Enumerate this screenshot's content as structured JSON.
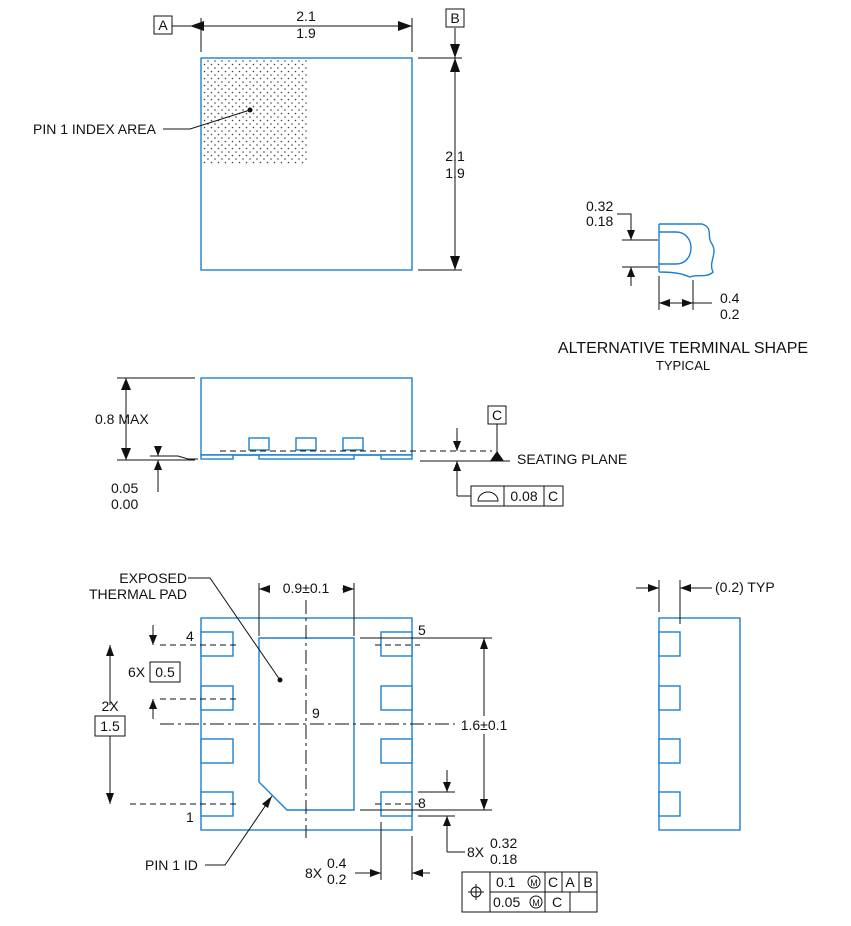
{
  "colors": {
    "outline": "#1e7fd0",
    "annotation": "#111111"
  },
  "top_view": {
    "datum_a": "A",
    "datum_b": "B",
    "width_max": "2.1",
    "width_min": "1.9",
    "height_max": "2.1",
    "height_min": "1.9",
    "pin1_label": "PIN 1 INDEX AREA"
  },
  "terminal_detail": {
    "width_max": "0.32",
    "width_min": "0.18",
    "length_max": "0.4",
    "length_min": "0.2",
    "title": "ALTERNATIVE TERMINAL SHAPE",
    "subtitle": "TYPICAL"
  },
  "side_view": {
    "height": "0.8 MAX",
    "standoff_max": "0.05",
    "standoff_min": "0.00",
    "datum_c": "C",
    "seating_plane": "SEATING PLANE",
    "flatness_value": "0.08",
    "flatness_datum": "C"
  },
  "bottom_view": {
    "exposed_pad_line1": "EXPOSED",
    "exposed_pad_line2": "THERMAL PAD",
    "pad_width": "0.9±0.1",
    "pad_height": "1.6±0.1",
    "pitch_count": "6X",
    "pitch": "0.5",
    "span_count": "2X",
    "span": "1.5",
    "pin_4": "4",
    "pin_5": "5",
    "pin_1": "1",
    "pin_8": "8",
    "pin_9": "9",
    "pin1_id": "PIN 1 ID",
    "lead_len_count": "8X",
    "lead_len_max": "0.4",
    "lead_len_min": "0.2",
    "lead_w_count": "8X",
    "lead_w_max": "0.32",
    "lead_w_min": "0.18",
    "fcf_row1_tol": "0.1",
    "fcf_row1_datums": [
      "C",
      "A",
      "B"
    ],
    "fcf_row2_tol": "0.05",
    "fcf_row2_datum": "C"
  },
  "side_view_right": {
    "typ_label": "(0.2) TYP"
  }
}
